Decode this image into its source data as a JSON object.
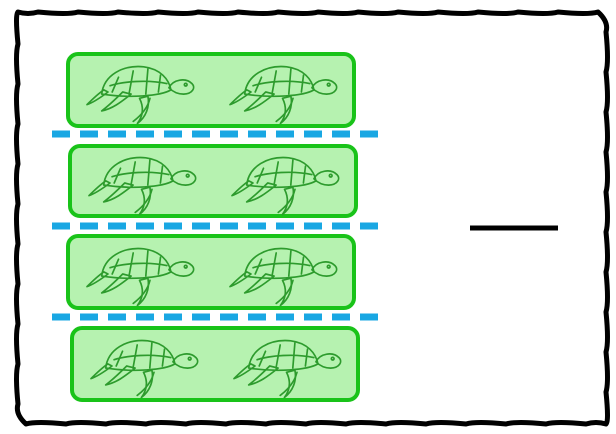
{
  "colors": {
    "frame": "#000000",
    "group_fill": "#b6f2b0",
    "group_stroke": "#19c319",
    "turtle_stroke": "#2d9b2d",
    "divider": "#19a7e3",
    "answer_line": "#000000"
  },
  "icon": "sea-turtle-icon",
  "groups": [
    {
      "count": 2
    },
    {
      "count": 2
    },
    {
      "count": 2
    },
    {
      "count": 2
    }
  ],
  "divider_count": 3,
  "answer_value": ""
}
